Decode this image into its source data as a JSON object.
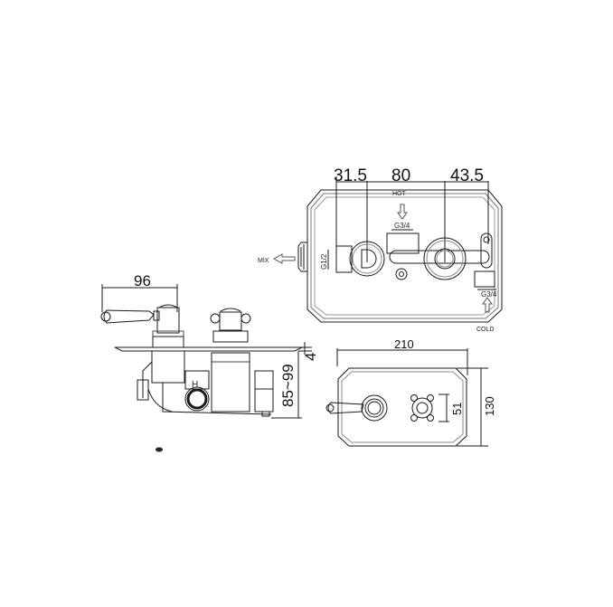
{
  "diagram": {
    "type": "technical-drawing",
    "subject": "thermostatic shower valve, two-handle, concealed",
    "colors": {
      "line": "#1a1a1a",
      "background": "#ffffff",
      "shade": "#9a9a9a"
    }
  },
  "top_view": {
    "dimensions": {
      "left_offset": "31.5",
      "center_spacing": "80",
      "right_offset": "43.5"
    },
    "labels": {
      "hot": "HOT",
      "cold": "COLD",
      "mix": "MIX"
    },
    "threads": {
      "hot_inlet": "G3/4",
      "cold_inlet": "G3/4",
      "mix_outlet": "G1/2"
    }
  },
  "side_view": {
    "dimensions": {
      "handle_reach": "96",
      "plate_thickness": "4",
      "depth": "85~99"
    },
    "labels": {
      "hot_marker": "H"
    }
  },
  "front_view": {
    "dimensions": {
      "width": "210",
      "height": "130",
      "handle_offset": "51"
    }
  }
}
